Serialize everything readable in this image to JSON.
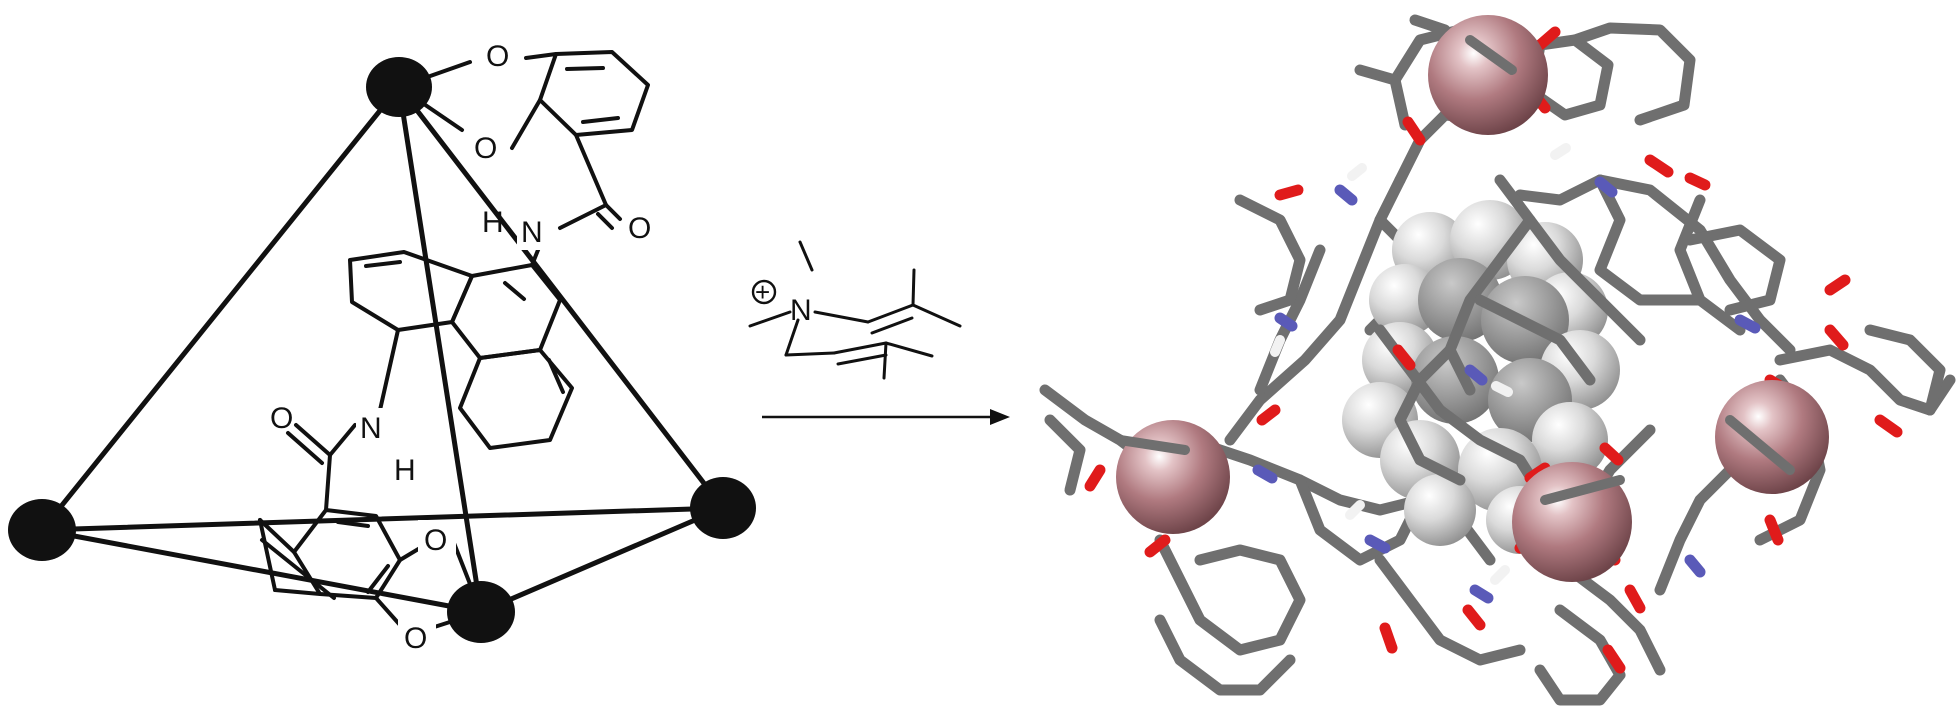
{
  "left_scheme": {
    "atom_labels": {
      "o_top_1": "O",
      "o_top_2": "O",
      "h_top": "H",
      "n_top": "N",
      "o_top_carbonyl": "O",
      "o_mid_carbonyl": "O",
      "n_mid": "N",
      "h_mid": "H",
      "o_bot_1": "O",
      "o_bot_2": "O"
    }
  },
  "guest": {
    "charge_label": "+",
    "n_label": "N"
  },
  "colors": {
    "stick_carbon": "#6f6f6f",
    "oxygen": "#e01b1b",
    "nitrogen": "#5a5ab8",
    "hydrogen": "#f2f2f2",
    "metal": "#b07a80",
    "guest_fill": "#c9c9c9"
  }
}
